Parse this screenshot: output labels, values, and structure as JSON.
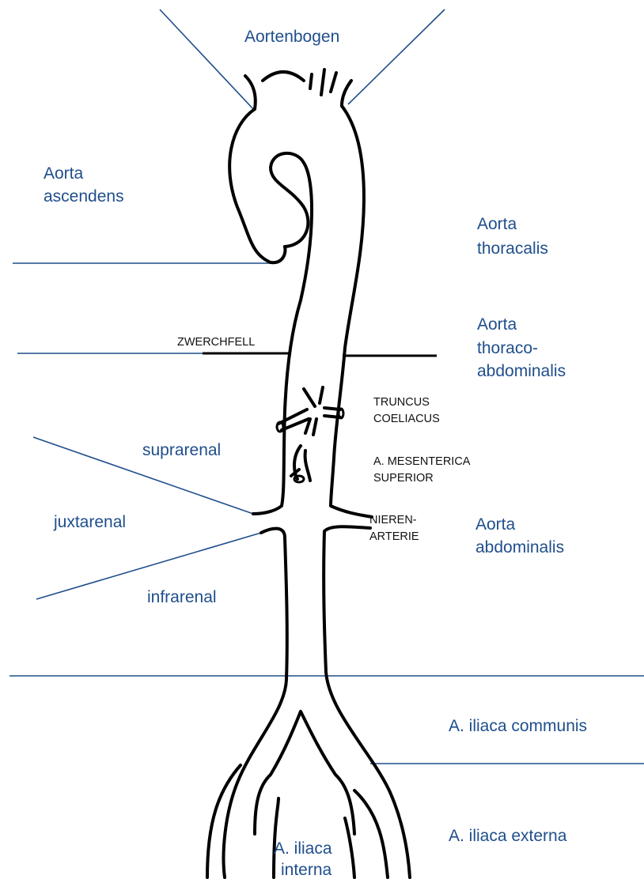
{
  "colors": {
    "label_blue": "#1f4e8c",
    "outline": "#000000",
    "background": "#ffffff"
  },
  "labels": {
    "aortenbogen": "Aortenbogen",
    "aorta_ascendens_1": "Aorta",
    "aorta_ascendens_2": "ascendens",
    "aorta_thoracalis_1": "Aorta",
    "aorta_thoracalis_2": "thoracalis",
    "aorta_thoracoabd_1": "Aorta",
    "aorta_thoracoabd_2": "thoraco-",
    "aorta_thoracoabd_3": "abdominalis",
    "suprarenal": "suprarenal",
    "juxtarenal": "juxtarenal",
    "infrarenal": "infrarenal",
    "aorta_abdominalis_1": "Aorta",
    "aorta_abdominalis_2": "abdominalis",
    "iliaca_communis": "A. iliaca communis",
    "iliaca_externa": "A. iliaca externa",
    "iliaca_interna_1": "A. iliaca",
    "iliaca_interna_2": "interna"
  },
  "annotations": {
    "zwerchfell": "ZWERCHFELL",
    "truncus_1": "TRUNCUS",
    "truncus_2": "COELIACUS",
    "mesenterica_1": "A. MESENTERICA",
    "mesenterica_2": "SUPERIOR",
    "nieren_1": "NIEREN-",
    "nieren_2": "ARTERIE"
  }
}
